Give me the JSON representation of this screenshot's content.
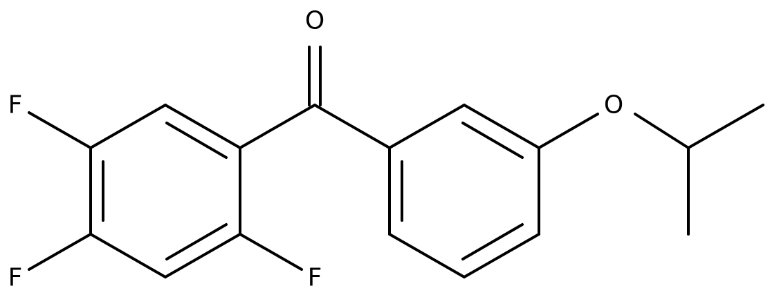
{
  "molecule": {
    "atoms": {
      "carbonyl_oxygen": "O",
      "ether_oxygen": "O",
      "fluorine_top_left": "F",
      "fluorine_bottom_left": "F",
      "fluorine_bottom_right": "F"
    }
  },
  "colors": {
    "bond": "#000000",
    "label": "#000000",
    "background": "#ffffff"
  }
}
